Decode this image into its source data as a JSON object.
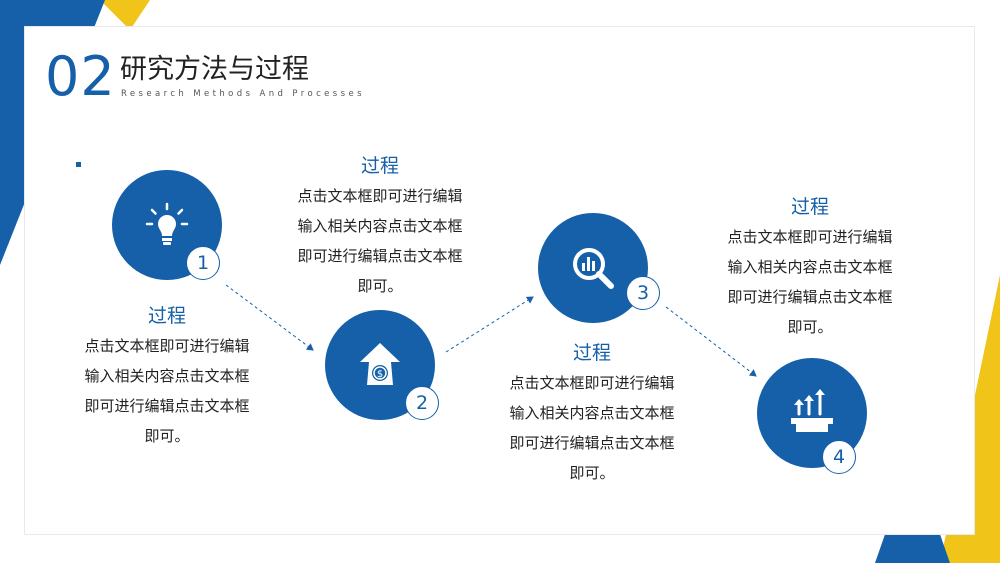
{
  "header": {
    "number": "02",
    "title": "研究方法与过程",
    "subtitle": "Research Methods And Processes"
  },
  "colors": {
    "primary": "#1560a8",
    "accent": "#f0c419"
  },
  "steps": [
    {
      "number": "1",
      "icon": "lightbulb-icon",
      "title": "过程",
      "lines": [
        "点击文本框即可进行编辑",
        "输入相关内容点击文本框",
        "即可进行编辑点击文本框",
        "即可。"
      ]
    },
    {
      "number": "2",
      "icon": "money-arrow-icon",
      "title": "过程",
      "lines": [
        "点击文本框即可进行编辑",
        "输入相关内容点击文本框",
        "即可进行编辑点击文本框",
        "即可。"
      ]
    },
    {
      "number": "3",
      "icon": "analytics-search-icon",
      "title": "过程",
      "lines": [
        "点击文本框即可进行编辑",
        "输入相关内容点击文本框",
        "即可进行编辑点击文本框",
        "即可。"
      ]
    },
    {
      "number": "4",
      "icon": "growth-arrows-icon",
      "title": "过程",
      "lines": [
        "点击文本框即可进行编辑",
        "输入相关内容点击文本框",
        "即可进行编辑点击文本框",
        "即可。"
      ]
    }
  ]
}
